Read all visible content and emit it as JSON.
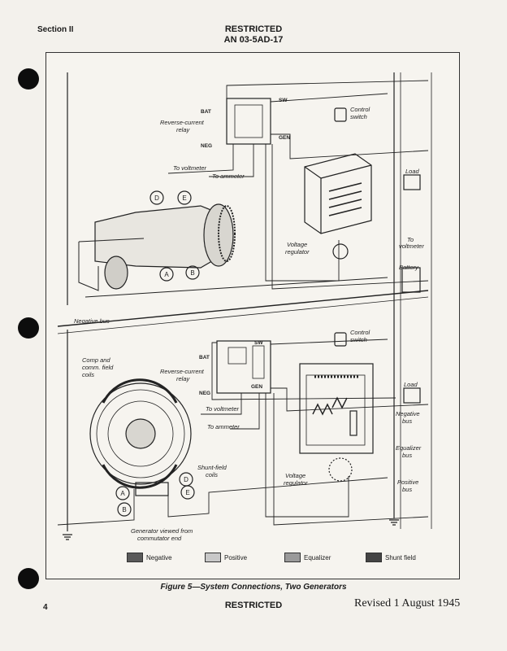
{
  "header": {
    "section": "Section II",
    "restricted": "RESTRICTED",
    "an_number": "AN 03-5AD-17"
  },
  "figure": {
    "top": {
      "bat": "BAT",
      "sw": "SW",
      "neg": "NEG",
      "gen": "GEN",
      "reverse_current_relay_1": "Reverse-current",
      "reverse_current_relay_2": "relay",
      "control_switch_1": "Control",
      "control_switch_2": "switch",
      "to_voltmeter": "To voltmeter",
      "to_ammeter": "To ammeter",
      "load": "Load",
      "to_voltmeter_right_1": "To",
      "to_voltmeter_right_2": "voltmeter",
      "battery": "Battery",
      "voltage_regulator_1": "Voltage",
      "voltage_regulator_2": "regulator",
      "negative_bus": "Negative bus",
      "terminal_d": "D",
      "terminal_e": "E",
      "terminal_a": "A",
      "terminal_b": "B"
    },
    "bottom": {
      "control_switch_1": "Control",
      "control_switch_2": "switch",
      "comp_field_1": "Comp and",
      "comp_field_2": "comm. field",
      "comp_field_3": "coils",
      "bat": "BAT",
      "sw": "SW",
      "neg": "NEG",
      "gen": "GEN",
      "reverse_current_relay_1": "Reverse-current",
      "reverse_current_relay_2": "relay",
      "to_voltmeter": "To voltmeter",
      "to_ammeter": "To ammeter",
      "load": "Load",
      "negative_bus_1": "Negative",
      "negative_bus_2": "bus",
      "equalizer_bus_1": "Equalizer",
      "equalizer_bus_2": "bus",
      "positive_bus_1": "Positive",
      "positive_bus_2": "bus",
      "shunt_field_1": "Shunt-field",
      "shunt_field_2": "coils",
      "voltage_regulator_1": "Voltage",
      "voltage_regulator_2": "regulator",
      "generator_viewed_1": "Generator viewed from",
      "generator_viewed_2": "commutator end",
      "terminal_a": "A",
      "terminal_b": "B",
      "terminal_d": "D",
      "terminal_e": "E"
    },
    "legend": [
      {
        "label": "Negative",
        "color": "#5a5a5a"
      },
      {
        "label": "Positive",
        "color": "#c8c8c8"
      },
      {
        "label": "Equalizer",
        "color": "#9a9a9a"
      },
      {
        "label": "Shunt field",
        "color": "#444444"
      }
    ],
    "caption": "Figure 5—System Connections, Two Generators"
  },
  "footer": {
    "page_number": "4",
    "restricted": "RESTRICTED",
    "revised": "Revised 1 August 1945"
  }
}
